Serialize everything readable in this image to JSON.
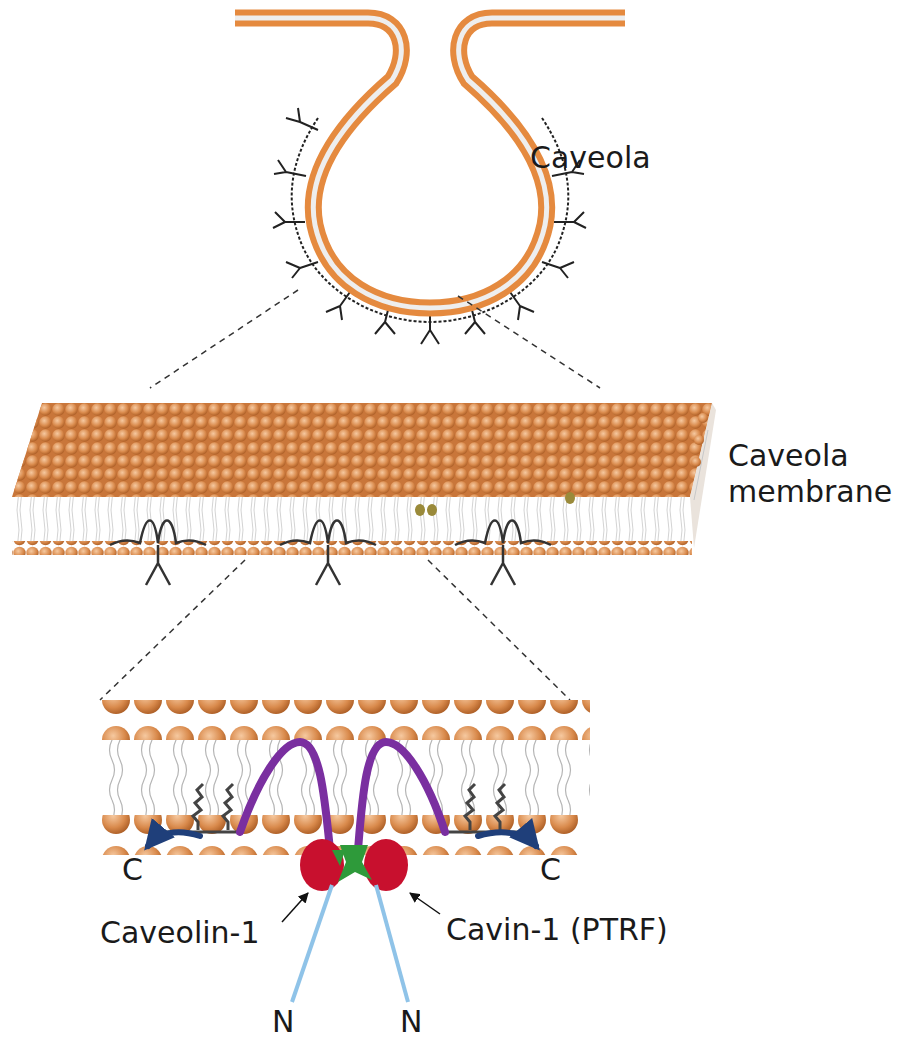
{
  "diagram": {
    "labels": [
      "Caveola",
      "Caveola membrane",
      "C",
      "C",
      "Caveolin-1",
      "Cavin-1 (PTRF)",
      "N",
      "N"
    ]
  }
}
